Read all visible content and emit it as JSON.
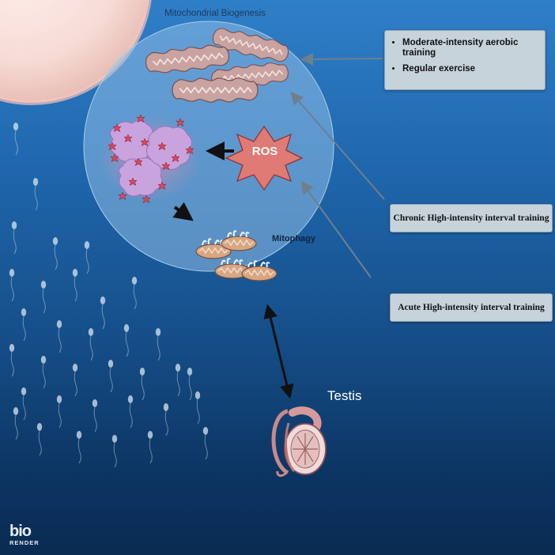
{
  "labels": {
    "mitochondrial_biogenesis": "Mitochondrial Biogenesis",
    "ros": "ROS",
    "mitophagy": "Mitophagy",
    "testis": "Testis"
  },
  "boxes": {
    "moderate": {
      "items": [
        "Moderate-intensity aerobic training",
        "Regular exercise"
      ]
    },
    "chronic": "Chronic High-intensity interval training",
    "acute": "Acute High-intensity interval training"
  },
  "logo": {
    "mark": "bio",
    "sub": "RENDER"
  },
  "colors": {
    "background_top": "#2f7fc8",
    "background_bottom": "#0a2b52",
    "circle_fill": "#8fbde6",
    "mitochondria": "#c9a3a0",
    "ros_star": "#e07a74",
    "damaged_mito": "#c9a3dd",
    "box_fill": "#c7d3da"
  }
}
